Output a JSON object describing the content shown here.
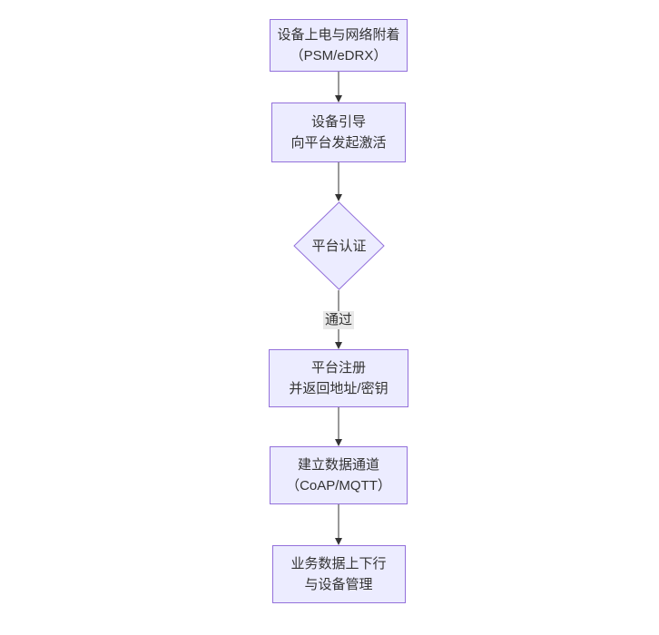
{
  "diagram": {
    "type": "flowchart-vertical",
    "background_color": "#ffffff",
    "node_fill_color": "#ECECFF",
    "node_border_color": "#9370DB",
    "edge_color": "#333333",
    "edge_label_background": "#e8e8e8",
    "text_color": "#333333",
    "nodes": [
      {
        "id": "power-attach",
        "shape": "rect",
        "lines": [
          "设备上电与网络附着",
          "（PSM/eDRX）"
        ]
      },
      {
        "id": "bootstrap",
        "shape": "rect",
        "lines": [
          "设备引导",
          "向平台发起激活"
        ]
      },
      {
        "id": "auth",
        "shape": "diamond",
        "lines": [
          "平台认证"
        ]
      },
      {
        "id": "register",
        "shape": "rect",
        "lines": [
          "平台注册",
          "并返回地址/密钥"
        ]
      },
      {
        "id": "channel",
        "shape": "rect",
        "lines": [
          "建立数据通道",
          "（CoAP/MQTT）"
        ]
      },
      {
        "id": "business",
        "shape": "rect",
        "lines": [
          "业务数据上下行",
          "与设备管理"
        ]
      }
    ],
    "edges": [
      {
        "from": "power-attach",
        "to": "bootstrap",
        "label": ""
      },
      {
        "from": "bootstrap",
        "to": "auth",
        "label": ""
      },
      {
        "from": "auth",
        "to": "register",
        "label": "通过"
      },
      {
        "from": "register",
        "to": "channel",
        "label": ""
      },
      {
        "from": "channel",
        "to": "business",
        "label": ""
      }
    ]
  }
}
